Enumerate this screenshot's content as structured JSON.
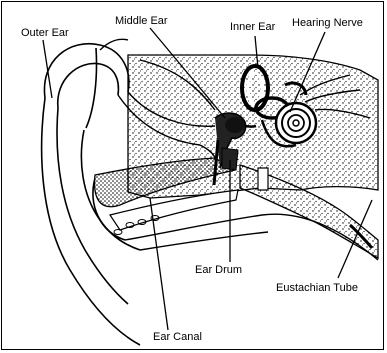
{
  "labels": {
    "outer_ear": "Outer Ear",
    "middle_ear": "Middle Ear",
    "inner_ear": "Inner Ear",
    "hearing_nerve": "Hearing Nerve",
    "ear_drum": "Ear Drum",
    "eustachian_tube": "Eustachian Tube",
    "ear_canal": "Ear Canal"
  },
  "colors": {
    "ink": "#000000",
    "paper": "#ffffff"
  }
}
